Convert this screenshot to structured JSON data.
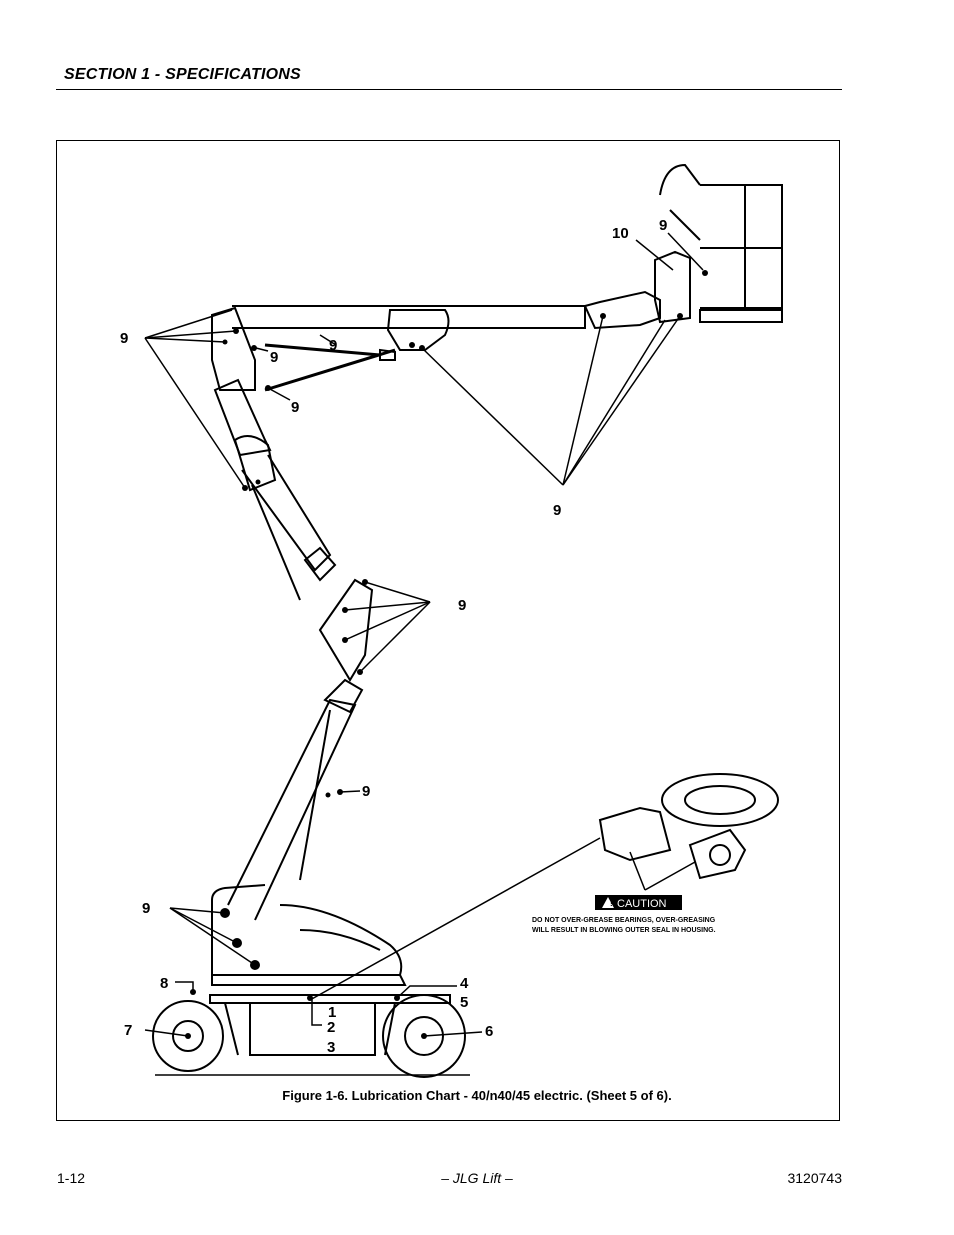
{
  "header": {
    "section_title": "SECTION 1 - SPECIFICATIONS"
  },
  "figure": {
    "caption": "Figure 1-6.  Lubrication Chart - 40/n40/45 electric. (Sheet 5 of 6).",
    "callouts": {
      "c9a": "9",
      "c9b": "9",
      "c9c": "9",
      "c9d": "9",
      "c9e": "9",
      "c9f": "9",
      "c9g": "9",
      "c9h": "9",
      "c10": "10",
      "c1": "1",
      "c2": "2",
      "c3": "3",
      "c4": "4",
      "c5": "5",
      "c6": "6",
      "c7": "7",
      "c8": "8"
    },
    "caution": {
      "label": "CAUTION",
      "line1": "DO NOT OVER-GREASE BEARINGS, OVER-GREASING",
      "line2": "WILL RESULT IN BLOWING OUTER SEAL IN HOUSING."
    }
  },
  "footer": {
    "page_number": "1-12",
    "publisher": "– JLG Lift –",
    "doc_number": "3120743"
  }
}
